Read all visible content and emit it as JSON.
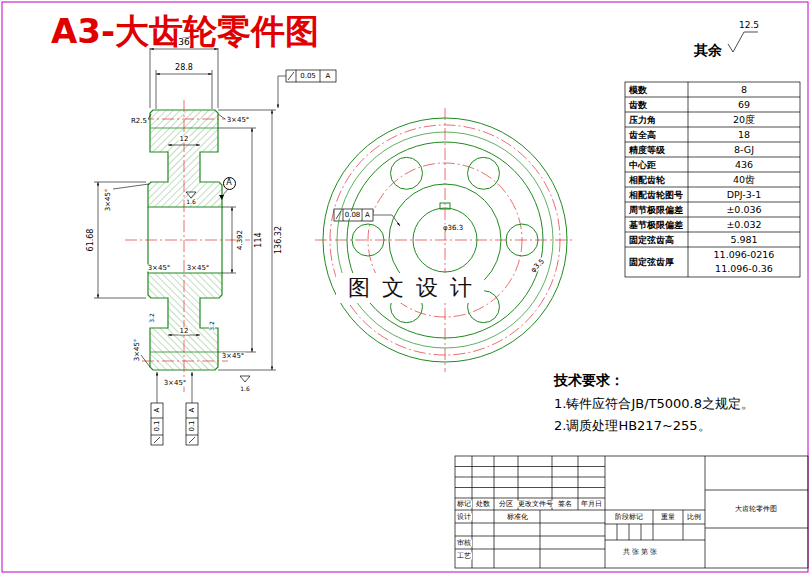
{
  "diagram": {
    "title": "A3-大齿轮零件图",
    "nodes": [
      {
        "text": [
          "A"
        ]
      }
    ],
    "labels": [
      "其余",
      "12.5",
      "模数",
      "8",
      "齿数",
      "69",
      "压力角",
      "20度",
      "齿全高",
      "18",
      "精度等级",
      "8-GJ",
      "中心距",
      "436",
      "相配齿轮",
      "40齿",
      "相配齿轮图号",
      "DPJ-3-1",
      "周节极限偏差",
      "±0.036",
      "基节极限偏差",
      "±0.032",
      "固定弦齿高",
      "5.981",
      "固定弦齿厚",
      "11.096-0216",
      "11.096-0.36",
      "技术要求：",
      "1.铸件应符合JB/T5000.8之规定。",
      "2.调质处理HB217~255。",
      "图文设计",
      "36",
      "28.8",
      "R2.5",
      "12",
      "3×45°",
      "3×45°",
      "61.68",
      "4.392",
      "114",
      "136.32",
      "3×45°",
      "3×45°",
      "1.6",
      "12",
      "3.2",
      "3.2",
      "3×45°",
      "3×45°",
      "3×45°",
      "1.6",
      "0.05",
      "A",
      "0.1",
      "A",
      "0.1",
      "A",
      "φ36.3",
      "φ3.5",
      "0.08",
      "A",
      "标记",
      "处数",
      "分区",
      "更改文件号",
      "签名",
      "年月日",
      "设计",
      "标准化",
      "审核",
      "工艺",
      "阶段标记",
      "重量",
      "比例",
      "共 张 第 张",
      "大齿轮零件图"
    ]
  }
}
